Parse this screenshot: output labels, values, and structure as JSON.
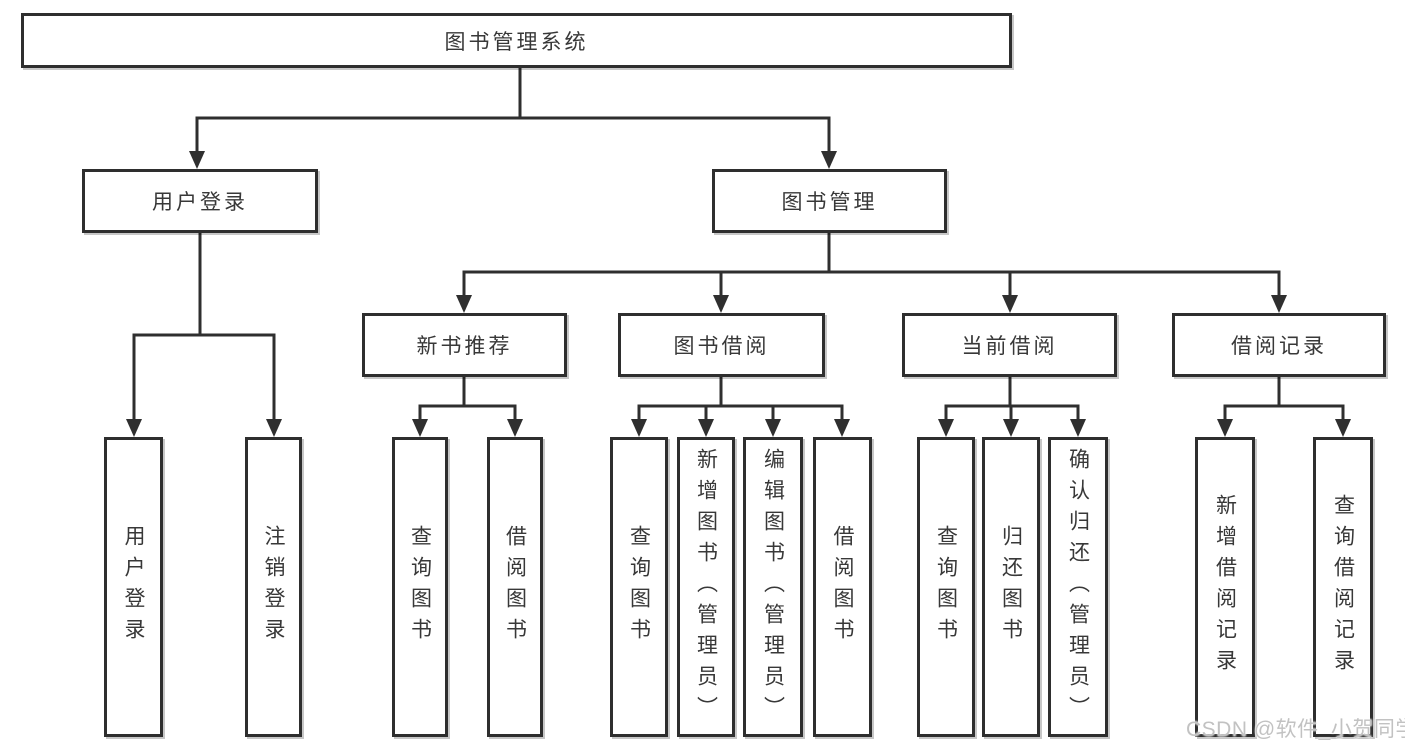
{
  "diagram": {
    "title": "图书管理系统",
    "root": {
      "label": "图书管理系统"
    },
    "branches": [
      {
        "label": "用户登录",
        "children": [
          {
            "label": "用户登录"
          },
          {
            "label": "注销登录"
          }
        ]
      },
      {
        "label": "图书管理",
        "children": [
          {
            "label": "新书推荐",
            "children": [
              {
                "label": "查询图书"
              },
              {
                "label": "借阅图书"
              }
            ]
          },
          {
            "label": "图书借阅",
            "children": [
              {
                "label": "查询图书"
              },
              {
                "label": "新增图书（管理员）"
              },
              {
                "label": "编辑图书（管理员）"
              },
              {
                "label": "借阅图书"
              }
            ]
          },
          {
            "label": "当前借阅",
            "children": [
              {
                "label": "查询图书"
              },
              {
                "label": "归还图书"
              },
              {
                "label": "确认归还（管理员）"
              }
            ]
          },
          {
            "label": "借阅记录",
            "children": [
              {
                "label": "新增借阅记录"
              },
              {
                "label": "查询借阅记录"
              }
            ]
          }
        ]
      }
    ]
  },
  "watermark": {
    "text": "CSDN @软件_小贺同学"
  },
  "colors": {
    "line": "#2f2f2f",
    "box_border": "#2e2e2e",
    "text": "#383838",
    "background": "#ffffff",
    "watermark": "#c2c2c2"
  }
}
